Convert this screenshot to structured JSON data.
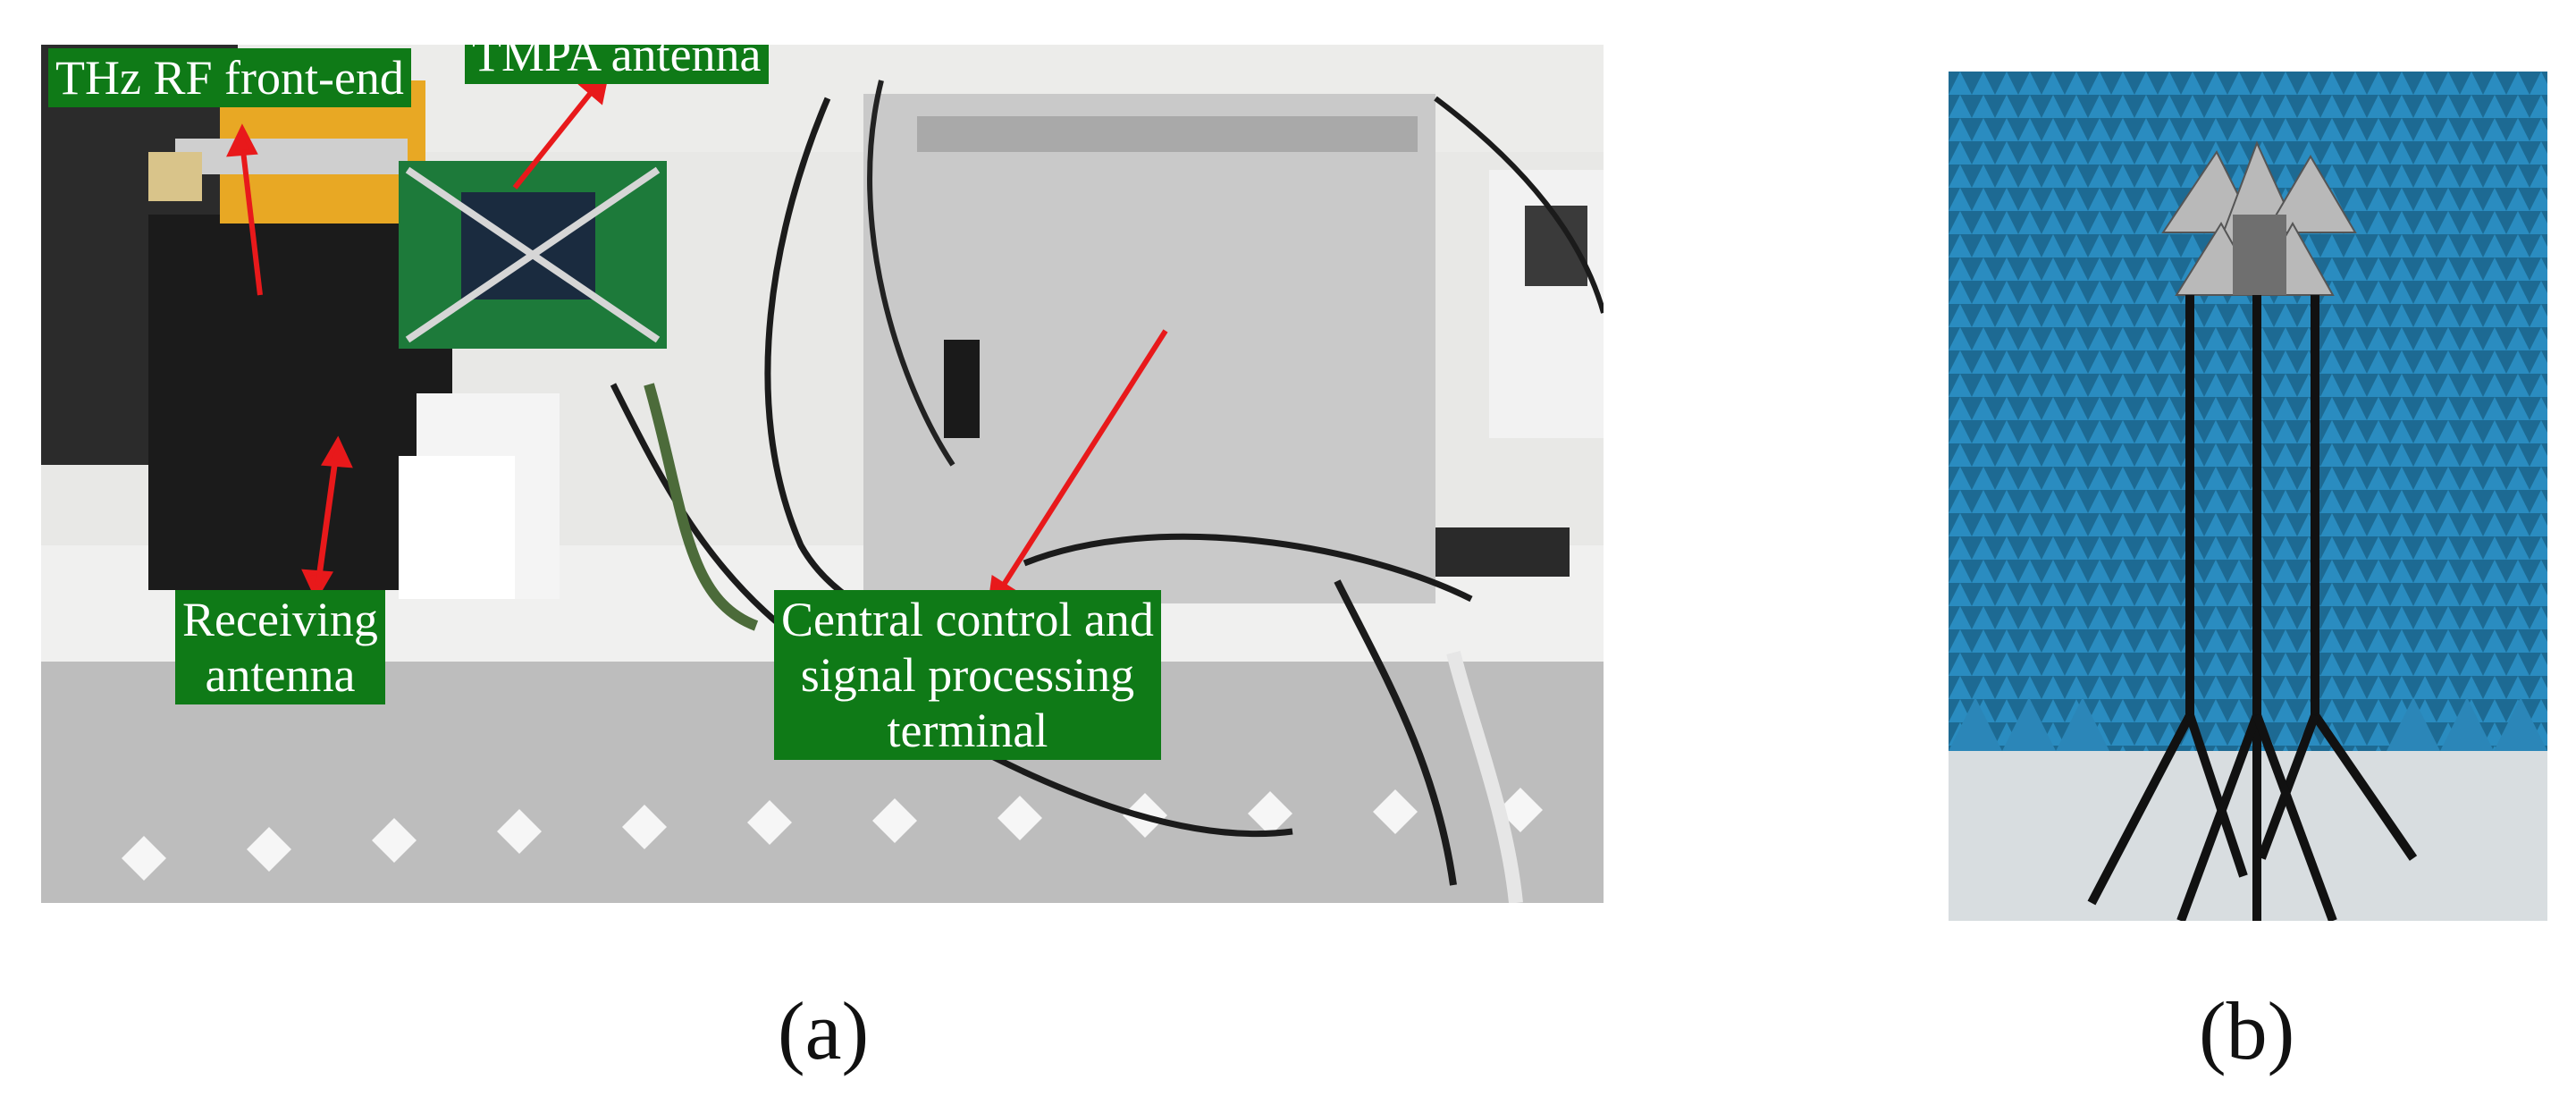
{
  "panel_a": {
    "labels": {
      "thz_rf_front_end": "THz RF front-end",
      "tmpa_antenna": "TMPA antenna",
      "receiving_antenna": [
        "Receiving",
        "antenna"
      ],
      "central_control": [
        "Central control and",
        "signal processing",
        "terminal"
      ]
    },
    "caption": "(a)"
  },
  "panel_b": {
    "caption": "(b)"
  },
  "colors": {
    "label_bg": "#0f7a17",
    "arrow": "#e8191b",
    "anechoic_foam": "#1f6f9a"
  }
}
